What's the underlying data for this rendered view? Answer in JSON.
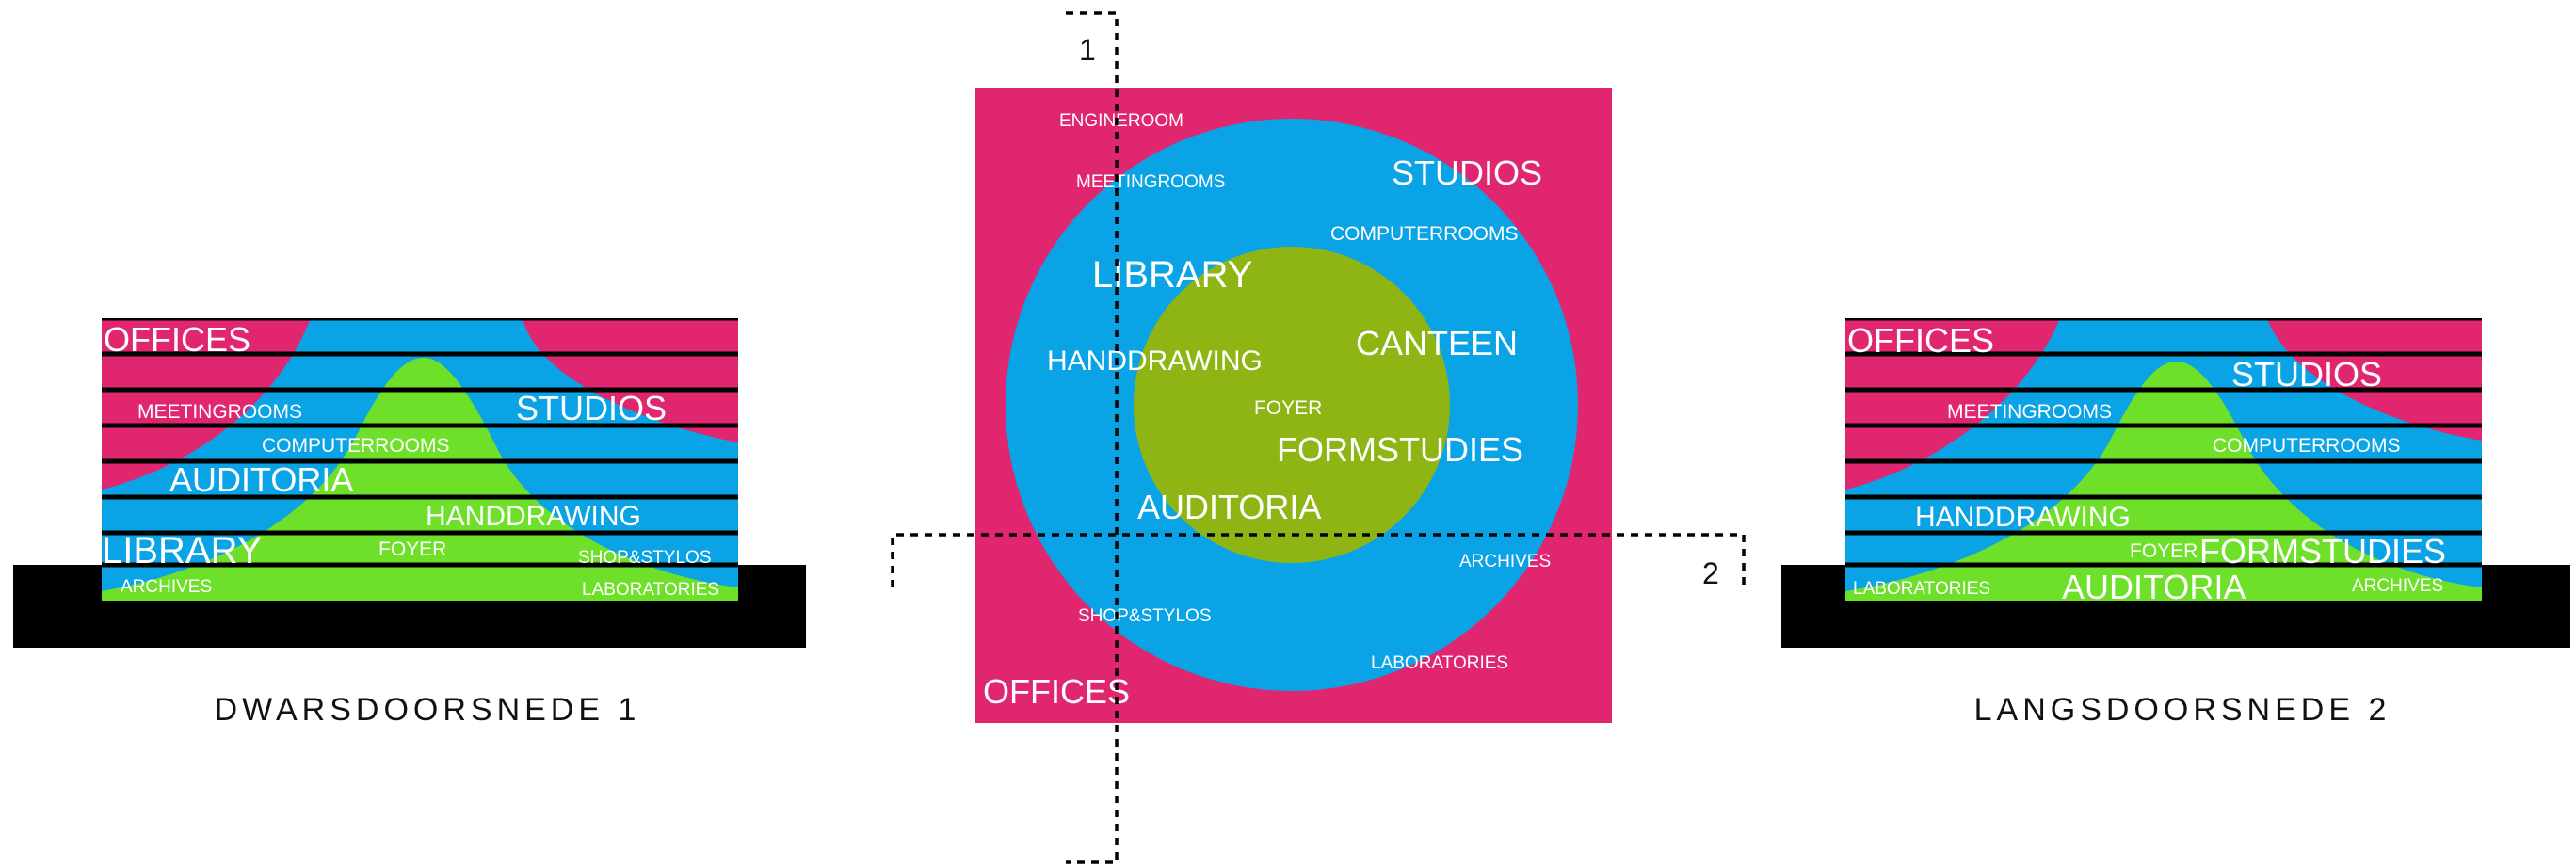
{
  "colors": {
    "magenta": "#e0266f",
    "blue": "#0aa3e6",
    "green_light": "#6ee02a",
    "green_olive": "#8fb514",
    "ground": "#000000",
    "lines": "#000000",
    "text_light": "#ffffff",
    "text_dark": "#111111"
  },
  "section_1": {
    "caption": "DWARSDOORSNEDE 1",
    "labels": {
      "offices": "OFFICES",
      "meetingrooms": "MEETINGROOMS",
      "studios": "STUDIOS",
      "computerrooms": "COMPUTERROOMS",
      "auditoria": "AUDITORIA",
      "handdrawing": "HANDDRAWING",
      "library": "LIBRARY",
      "foyer": "FOYER",
      "shop_stylos": "SHOP&STYLOS",
      "archives": "ARCHIVES",
      "laboratories": "LABORATORIES"
    }
  },
  "plan": {
    "labels": {
      "engineroom": "ENGINEROOM",
      "meetingrooms": "MEETINGROOMS",
      "studios": "STUDIOS",
      "computerrooms": "COMPUTERROOMS",
      "library": "LIBRARY",
      "handdrawing": "HANDDRAWING",
      "canteen": "CANTEEN",
      "foyer": "FOYER",
      "formstudies": "FORMSTUDIES",
      "auditoria": "AUDITORIA",
      "archives": "ARCHIVES",
      "shop_stylos": "SHOP&STYLOS",
      "laboratories": "LABORATORIES",
      "offices": "OFFICES"
    },
    "cut_marks": {
      "section_1": "1",
      "section_2": "2"
    }
  },
  "section_2": {
    "caption": "LANGSDOORSNEDE 2",
    "labels": {
      "offices": "OFFICES",
      "studios": "STUDIOS",
      "meetingrooms": "MEETINGROOMS",
      "computerrooms": "COMPUTERROOMS",
      "handdrawing": "HANDDRAWING",
      "foyer": "FOYER",
      "formstudies": "FORMSTUDIES",
      "laboratories": "LABORATORIES",
      "auditoria": "AUDITORIA",
      "archives": "ARCHIVES"
    }
  }
}
